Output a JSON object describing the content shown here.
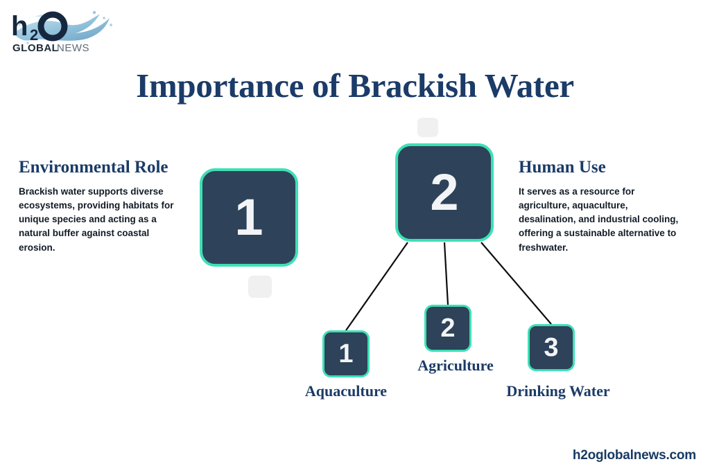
{
  "brand": {
    "logo_primary": "h2O",
    "logo_sub_bold": "GLOBAL",
    "logo_sub_light": "NEWS",
    "logo_icon": "water-splash-icon",
    "footer_url": "h2oglobalnews.com"
  },
  "title": "Importance of Brackish Water",
  "colors": {
    "navy_box": "#2e4259",
    "teal_accent": "#3ee0b5",
    "title_navy": "#1b3b68",
    "body_text": "#111b26",
    "ghost_square": "#f0f0f0",
    "connector_line": "#0d0d0d",
    "background": "#ffffff"
  },
  "pillars": [
    {
      "number": "1",
      "heading": "Environmental Role",
      "body": "Brackish water supports diverse ecosystems, providing habitats for unique species and acting as a natural buffer against coastal erosion."
    },
    {
      "number": "2",
      "heading": "Human Use",
      "body": "It serves as a resource for agriculture, aquaculture, desalination, and industrial cooling, offering a sustainable alternative to freshwater."
    }
  ],
  "uses": [
    {
      "number": "1",
      "label": "Aquaculture"
    },
    {
      "number": "2",
      "label": "Agriculture"
    },
    {
      "number": "3",
      "label": "Drinking Water"
    }
  ]
}
